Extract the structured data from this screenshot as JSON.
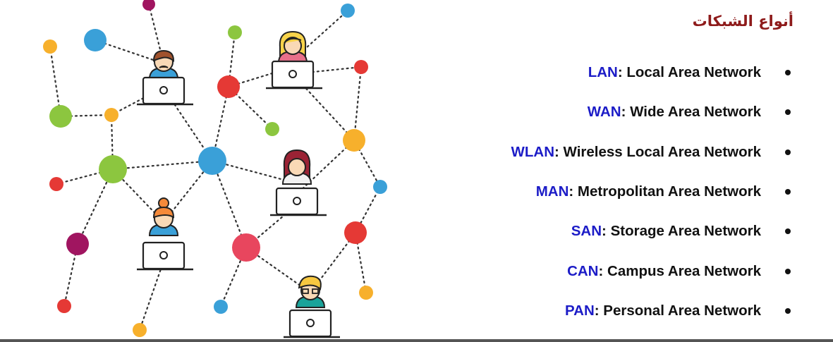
{
  "slide": {
    "title": "أنواع الشبكات",
    "bullets": [
      {
        "abbr": "LAN",
        "rest": ": Local Area Network"
      },
      {
        "abbr": "WAN",
        "rest": ": Wide Area Network"
      },
      {
        "abbr": "WLAN",
        "rest": ": Wireless Local Area Network"
      },
      {
        "abbr": "MAN",
        "rest": ": Metropolitan Area Network"
      },
      {
        "abbr": "SAN",
        "rest": ": Storage Area Network"
      },
      {
        "abbr": "CAN",
        "rest": ": Campus Area Network"
      },
      {
        "abbr": "PAN",
        "rest": ": Personal Area Network"
      }
    ]
  },
  "colors": {
    "title": "#8e1b1b",
    "abbreviation": "#1c1cc7",
    "node_blue": "#3aa0d8",
    "node_green": "#8cc63f",
    "node_orange": "#f7b02c",
    "node_red": "#e53935",
    "node_magenta": "#a01560"
  },
  "illustration": {
    "description_icon": "network-people-laptops-icon"
  }
}
